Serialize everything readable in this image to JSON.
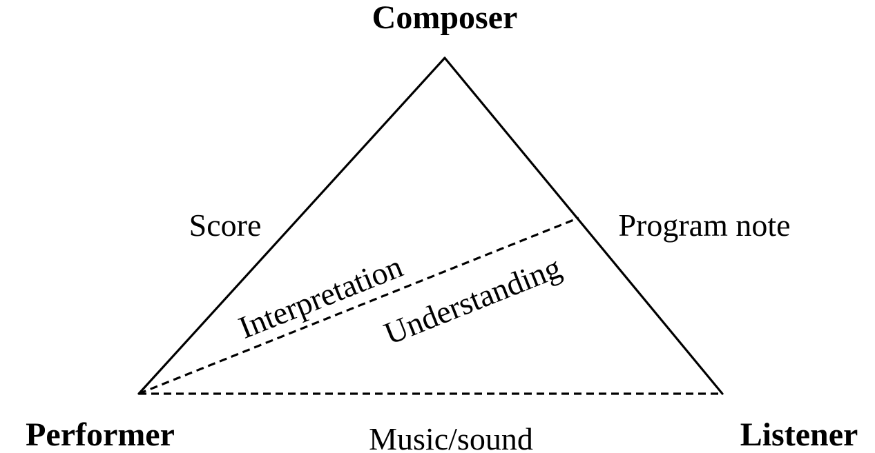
{
  "nodes": {
    "composer": "Composer",
    "performer": "Performer",
    "listener": "Listener"
  },
  "edges": {
    "score": "Score",
    "program_note": "Program note",
    "music_sound": "Music/sound",
    "interpretation": "Interpretation",
    "understanding": "Understanding"
  },
  "colors": {
    "stroke": "#000000",
    "background": "#ffffff"
  }
}
